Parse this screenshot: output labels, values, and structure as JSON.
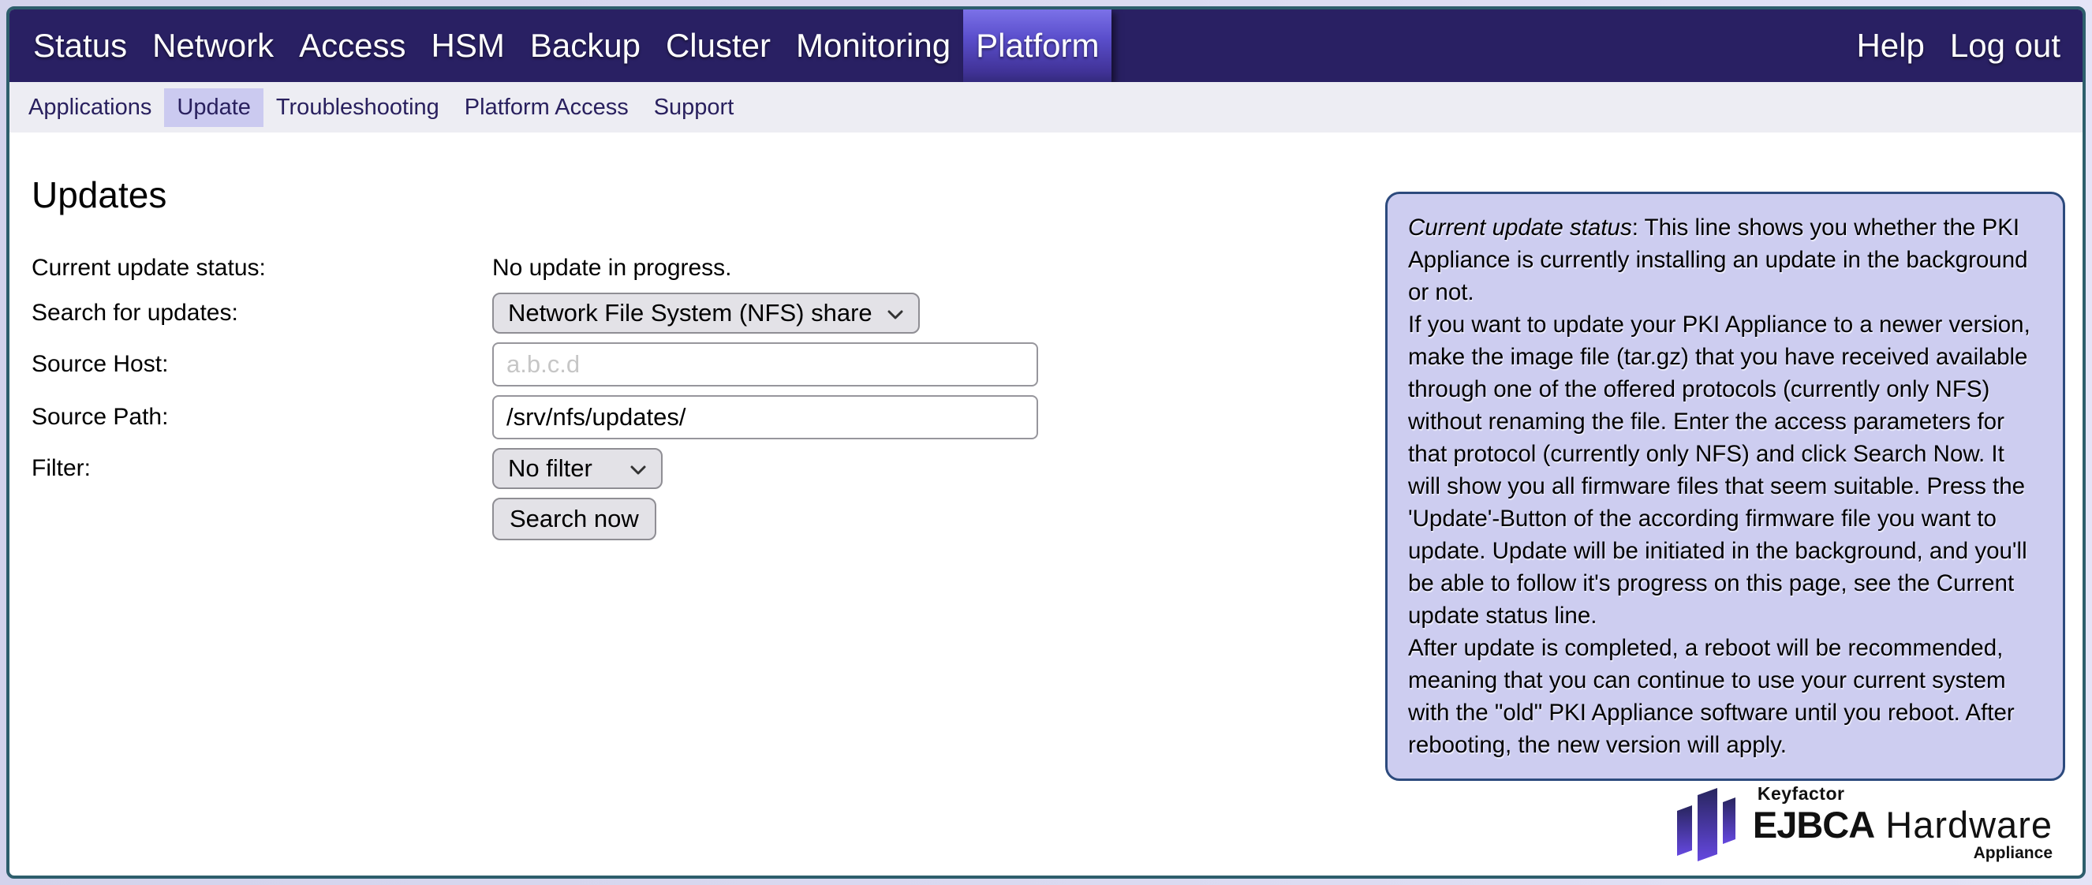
{
  "topnav": {
    "items": [
      "Status",
      "Network",
      "Access",
      "HSM",
      "Backup",
      "Cluster",
      "Monitoring",
      "Platform"
    ],
    "active_item": "Platform",
    "help": "Help",
    "logout": "Log out"
  },
  "subnav": {
    "items": [
      "Applications",
      "Update",
      "Troubleshooting",
      "Platform Access",
      "Support"
    ],
    "active_item": "Update"
  },
  "page": {
    "title": "Updates"
  },
  "form": {
    "status_label": "Current update status:",
    "status_value": "No update in progress.",
    "search_label": "Search for updates:",
    "search_value": "Network File System (NFS) share",
    "source_host_label": "Source Host:",
    "source_host_placeholder": "a.b.c.d",
    "source_host_value": "",
    "source_path_label": "Source Path:",
    "source_path_value": "/srv/nfs/updates/",
    "filter_label": "Filter:",
    "filter_value": "No filter",
    "search_button": "Search now"
  },
  "help_box": {
    "p1_lead": "Current update status",
    "p1_rest": ": This line shows you whether the PKI Appliance is currently installing an update in the background or not.",
    "p2": "If you want to update your PKI Appliance to a newer version, make the image file (tar.gz) that you have received available through one of the offered protocols (currently only NFS) without renaming the file. Enter the access parameters for that protocol (currently only NFS) and click Search Now. It will show you all firmware files that seem suitable. Press the 'Update'-Button of the according firmware file you want to update. Update will be initiated in the background, and you'll be able to follow it's progress on this page, see the Current update status line.",
    "p3": "After update is completed, a reboot will be recommended, meaning that you can continue to use your current system with the \"old\" PKI Appliance software until you reboot. After rebooting, the new version will apply."
  },
  "logo": {
    "brand": "Keyfactor",
    "product_bold": "EJBCA",
    "product_rest": " Hardware",
    "suffix": "Appliance"
  },
  "colors": {
    "topnav_bg": "#292063",
    "active_nav_highlight": "#5a4ecb",
    "subnav_bg": "#ededf3",
    "subnav_active_bg": "#cbcaf0",
    "page_border": "#2d5e6c",
    "helpbox_bg": "#cdcdf0",
    "helpbox_border": "#2c4a7d",
    "logo_gradient_top": "#28255e",
    "logo_gradient_bottom": "#6548e0"
  }
}
